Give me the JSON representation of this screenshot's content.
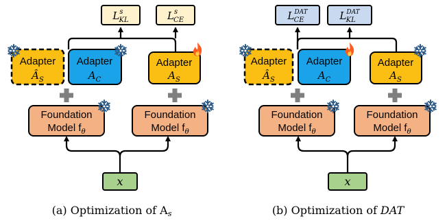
{
  "panel_a": {
    "loss_kl": "L",
    "loss_kl_sup": "s",
    "loss_kl_sub": "KL",
    "loss_ce": "L",
    "loss_ce_sup": "s",
    "loss_ce_sub": "CE",
    "adapter_frozen_label": "Adapter",
    "adapter_frozen_sym": "Â",
    "adapter_frozen_sub": "S",
    "adapter_c_label": "Adapter",
    "adapter_c_sym": "A",
    "adapter_c_sub": "C",
    "adapter_s_label": "Adapter",
    "adapter_s_sym": "A",
    "adapter_s_sub": "S",
    "fm_left_line1": "Foundation",
    "fm_left_line2": "Model f",
    "fm_left_sub": "θ",
    "fm_right_line1": "Foundation",
    "fm_right_line2": "Model f",
    "fm_right_sub": "θ",
    "input": "x",
    "caption": "(a) Optimization of A",
    "caption_sub": "s"
  },
  "panel_b": {
    "loss_ce": "L",
    "loss_ce_sup": "DAT",
    "loss_ce_sub": "CE",
    "loss_kl": "L",
    "loss_kl_sup": "DAT",
    "loss_kl_sub": "KL",
    "adapter_frozen_label": "Adapter",
    "adapter_frozen_sym": "Â",
    "adapter_frozen_sub": "S",
    "adapter_c_label": "Adapter",
    "adapter_c_sym": "A",
    "adapter_c_sub": "C",
    "adapter_s_label": "Adapter",
    "adapter_s_sym": "A",
    "adapter_s_sub": "S",
    "fm_left_line1": "Foundation",
    "fm_left_line2": "Model f",
    "fm_left_sub": "θ",
    "fm_right_line1": "Foundation",
    "fm_right_line2": "Model f",
    "fm_right_sub": "θ",
    "input": "x",
    "caption": "(b) Optimization of ",
    "caption_em": "DAT"
  },
  "colors": {
    "loss_yellow": "#fff2cc",
    "loss_blue": "#c9daf0",
    "adapter_orange": "#fbbf14",
    "adapter_blue": "#1aa3e8",
    "foundation": "#f4b184",
    "input_green": "#a9d18e",
    "plus_gray": "#7f7f7f",
    "flame": "#ff5a1f",
    "snowflake": "#2e5a87"
  }
}
